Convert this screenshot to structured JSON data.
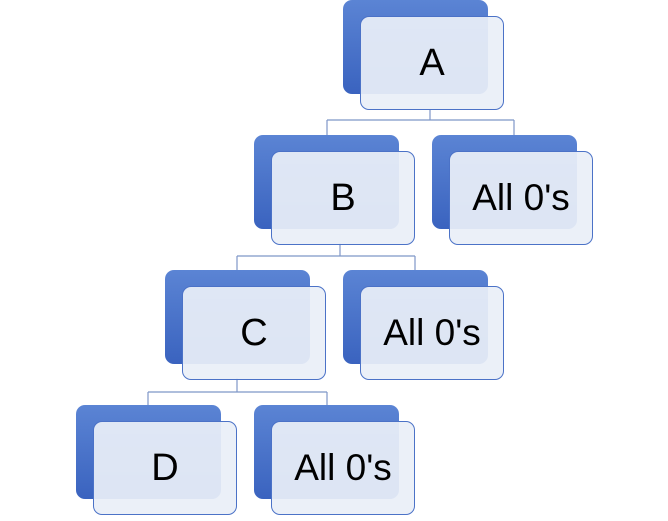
{
  "diagram": {
    "type": "tree",
    "nodes": [
      {
        "id": "a",
        "label": "A",
        "parent": null
      },
      {
        "id": "b",
        "label": "B",
        "parent": "a"
      },
      {
        "id": "zeros-1",
        "label": "All 0's",
        "parent": "a"
      },
      {
        "id": "c",
        "label": "C",
        "parent": "b"
      },
      {
        "id": "zeros-2",
        "label": "All 0's",
        "parent": "b"
      },
      {
        "id": "d",
        "label": "D",
        "parent": "c"
      },
      {
        "id": "zeros-3",
        "label": "All 0's",
        "parent": "c"
      }
    ],
    "colors": {
      "box_back": "#4a72cc",
      "box_front": "#eaeff8",
      "box_border": "#4b72c7",
      "connector": "#7e96c8"
    }
  }
}
